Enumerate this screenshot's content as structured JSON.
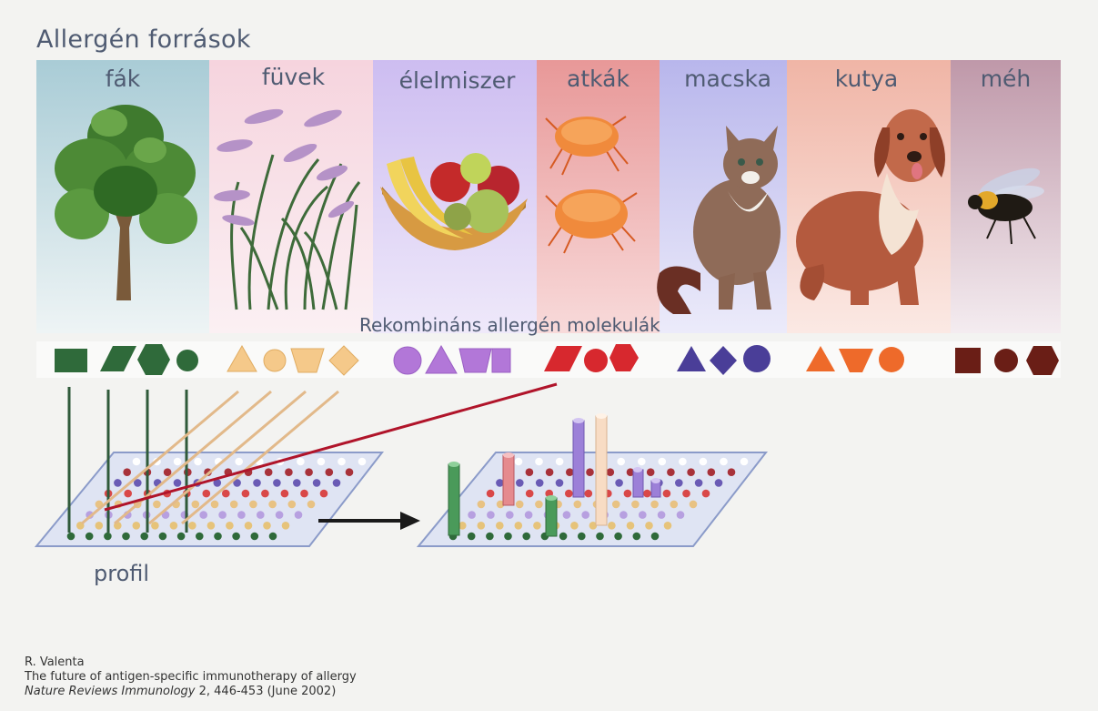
{
  "title": "Allergén források",
  "categories": [
    {
      "label": "fák",
      "color": "#b8d6dc"
    },
    {
      "label": "füvek",
      "color": "#f7dbe4"
    },
    {
      "label": "élelmiszer",
      "color": "#d6c8f0"
    },
    {
      "label": "atkák",
      "color": "#eda7a8"
    },
    {
      "label": "macska",
      "color": "#c6c4ee"
    },
    {
      "label": "kutya",
      "color": "#f2c1b4"
    },
    {
      "label": "méh",
      "color": "#c9a5b5"
    }
  ],
  "molecules_label": "Rekombináns allergén molekulák",
  "profile_label": "profil",
  "citation": {
    "author": "R. Valenta",
    "title": "The future of antigen-specific immunotherapy of allergy",
    "journal": "Nature Reviews Immunology",
    "details": " 2, 446-453 (June 2002)"
  }
}
